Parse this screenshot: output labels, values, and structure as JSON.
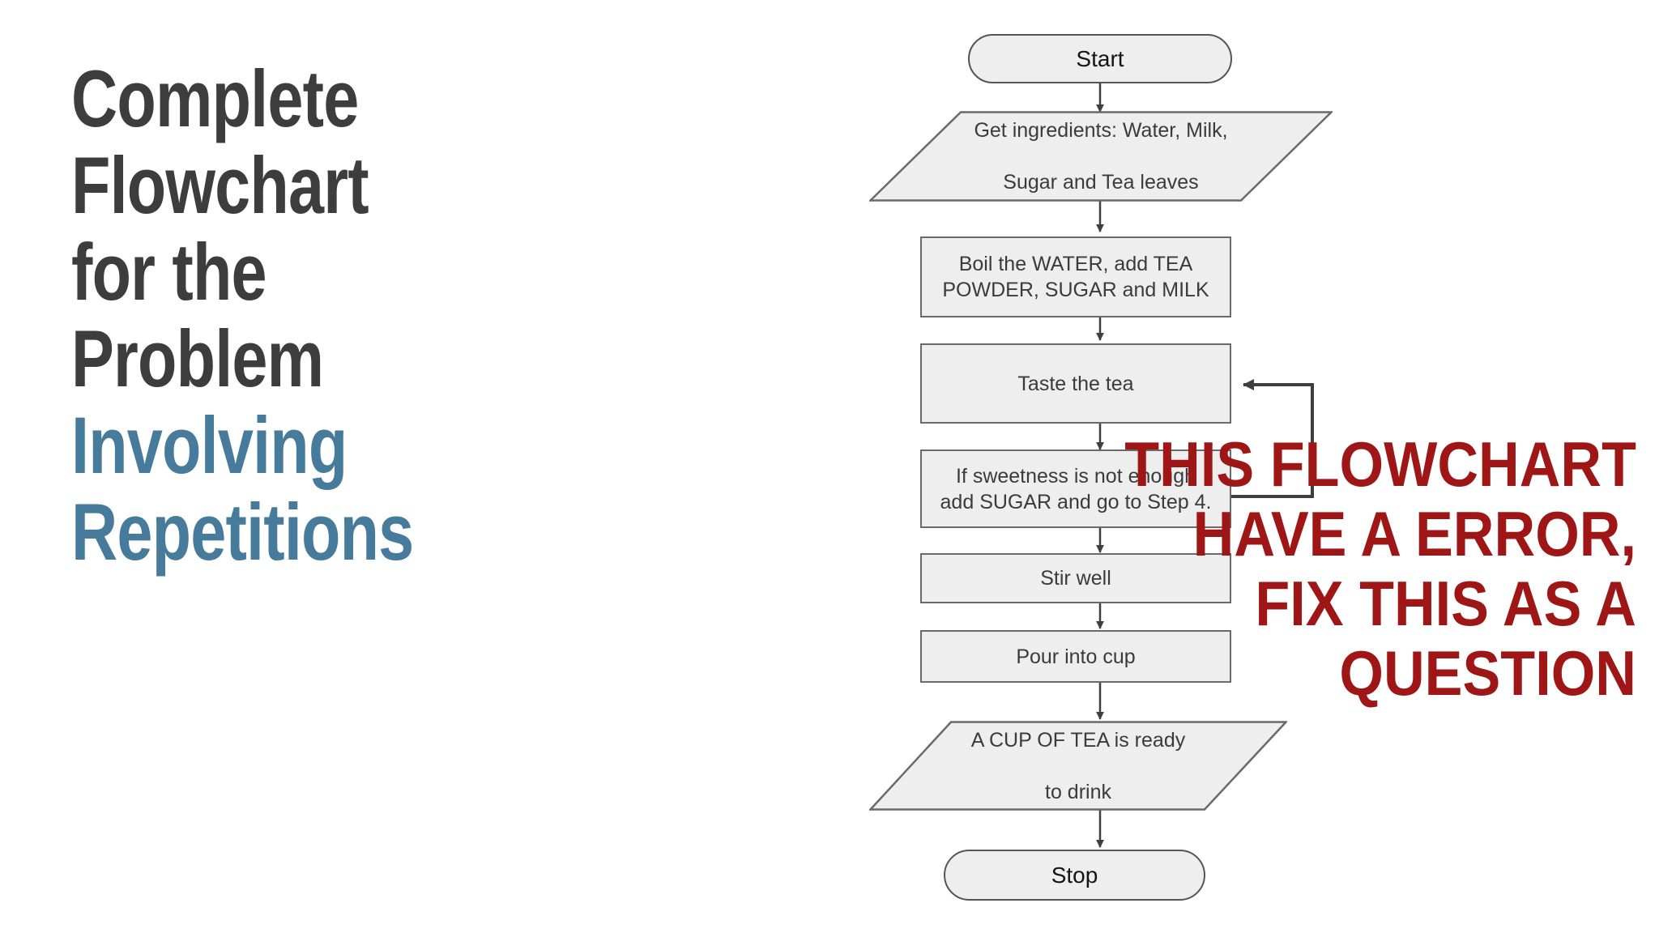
{
  "slide": {
    "background_color": "#ffffff"
  },
  "title": {
    "lines": [
      {
        "text": "Complete",
        "color": "#3d3d3d"
      },
      {
        "text": "Flowchart",
        "color": "#3d3d3d"
      },
      {
        "text": "for the",
        "color": "#3d3d3d"
      },
      {
        "text": "Problem",
        "color": "#3d3d3d"
      },
      {
        "text": "Involving",
        "color": "#467b9c"
      },
      {
        "text": "Repetitions",
        "color": "#467b9c"
      }
    ],
    "dark_color": "#3d3d3d",
    "accent_color": "#467b9c"
  },
  "annotation": {
    "text": "THIS FLOWCHART HAVE A ERROR, FIX THIS AS A QUESTION",
    "color": "#9e1616"
  },
  "chart_data": {
    "type": "diagram",
    "diagram_type": "flowchart",
    "title": "Complete Flowchart for the Problem Involving Repetitions",
    "node_fill": "#eeeeee",
    "node_stroke": "#6a6a6a",
    "text_color": "#3b3b3b",
    "nodes": [
      {
        "id": "start",
        "shape": "terminator",
        "label": "Start"
      },
      {
        "id": "ingredients",
        "shape": "io",
        "label": "Get ingredients: Water, Milk, Sugar and Tea leaves",
        "lines": [
          "Get ingredients: Water, Milk,",
          "Sugar and Tea leaves"
        ]
      },
      {
        "id": "boil",
        "shape": "process",
        "label": "Boil the WATER, add TEA POWDER, SUGAR and MILK",
        "lines": [
          "Boil the WATER, add TEA",
          "POWDER, SUGAR and MILK"
        ]
      },
      {
        "id": "taste",
        "shape": "process",
        "label": "Taste the tea",
        "lines": [
          "Taste the tea"
        ]
      },
      {
        "id": "sweetness",
        "shape": "process",
        "label": "If sweetness is not enough add SUGAR and go to Step 4.",
        "lines": [
          "If sweetness is not enough",
          "add SUGAR and go to Step 4."
        ]
      },
      {
        "id": "stir",
        "shape": "process",
        "label": "Stir well",
        "lines": [
          "Stir well"
        ]
      },
      {
        "id": "pour",
        "shape": "process",
        "label": "Pour into cup",
        "lines": [
          "Pour into cup"
        ]
      },
      {
        "id": "ready",
        "shape": "io",
        "label": "A CUP OF TEA is ready to drink",
        "lines": [
          "A CUP OF TEA is ready",
          "to drink"
        ]
      },
      {
        "id": "stop",
        "shape": "terminator",
        "label": "Stop"
      }
    ],
    "edges": [
      {
        "from": "start",
        "to": "ingredients",
        "type": "straight",
        "label": ""
      },
      {
        "from": "ingredients",
        "to": "boil",
        "type": "straight",
        "label": ""
      },
      {
        "from": "boil",
        "to": "taste",
        "type": "straight",
        "label": ""
      },
      {
        "from": "taste",
        "to": "sweetness",
        "type": "straight",
        "label": ""
      },
      {
        "from": "sweetness",
        "to": "taste",
        "type": "loop-right",
        "label": ""
      },
      {
        "from": "sweetness",
        "to": "stir",
        "type": "straight",
        "label": ""
      },
      {
        "from": "stir",
        "to": "pour",
        "type": "straight",
        "label": ""
      },
      {
        "from": "pour",
        "to": "ready",
        "type": "straight",
        "label": ""
      },
      {
        "from": "ready",
        "to": "stop",
        "type": "straight",
        "label": ""
      }
    ]
  }
}
